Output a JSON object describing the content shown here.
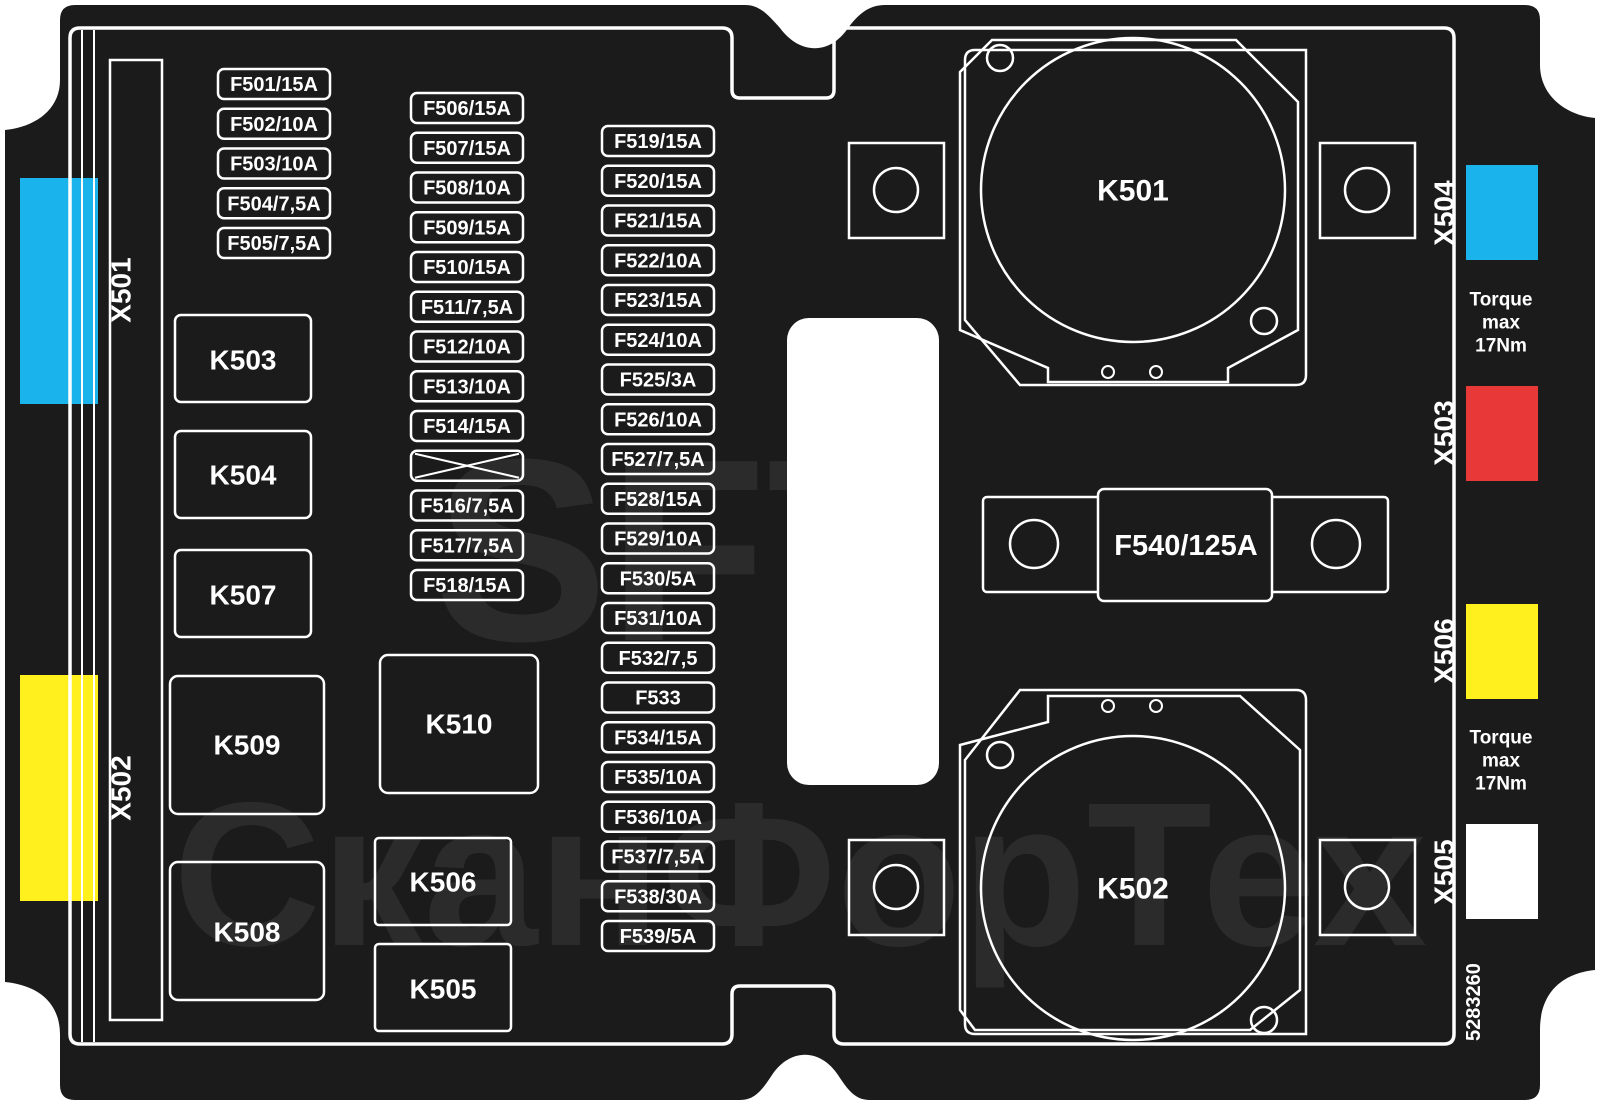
{
  "fuses_col1": [
    "F501/15A",
    "F502/10A",
    "F503/10A",
    "F504/7,5A",
    "F505/7,5A"
  ],
  "fuses_col2": [
    "F506/15A",
    "F507/15A",
    "F508/10A",
    "F509/15A",
    "F510/15A",
    "F511/7,5A",
    "F512/10A",
    "F513/10A",
    "F514/15A",
    "",
    "F516/7,5A",
    "F517/7,5A",
    "F518/15A"
  ],
  "fuses_col3": [
    "F519/15A",
    "F520/15A",
    "F521/15A",
    "F522/10A",
    "F523/15A",
    "F524/10A",
    "F525/3A",
    "F526/10A",
    "F527/7,5A",
    "F528/15A",
    "F529/10A",
    "F530/5A",
    "F531/10A",
    "F532/7,5",
    "F533",
    "F534/15A",
    "F535/10A",
    "F536/10A",
    "F537/7,5A",
    "F538/30A",
    "F539/5A"
  ],
  "relays": {
    "k503": "K503",
    "k504": "K504",
    "k507": "K507",
    "k509": "K509",
    "k508": "K508",
    "k510": "K510",
    "k506": "K506",
    "k505": "K505",
    "k501": "K501",
    "k502": "K502"
  },
  "maxi_fuse": "F540/125A",
  "connectors": {
    "x501": "X501",
    "x502": "X502",
    "x503": "X503",
    "x504": "X504",
    "x505": "X505",
    "x506": "X506"
  },
  "torque_note": [
    "Torque",
    "max",
    "17Nm"
  ],
  "part_number": "5283260",
  "watermark": [
    "SFT",
    "СканФорТех"
  ],
  "colors": {
    "board": "#1b1b1b",
    "line": "#ffffff",
    "blue": "#1ab3eb",
    "yellow": "#fff01e",
    "red": "#e83838",
    "white": "#ffffff"
  }
}
